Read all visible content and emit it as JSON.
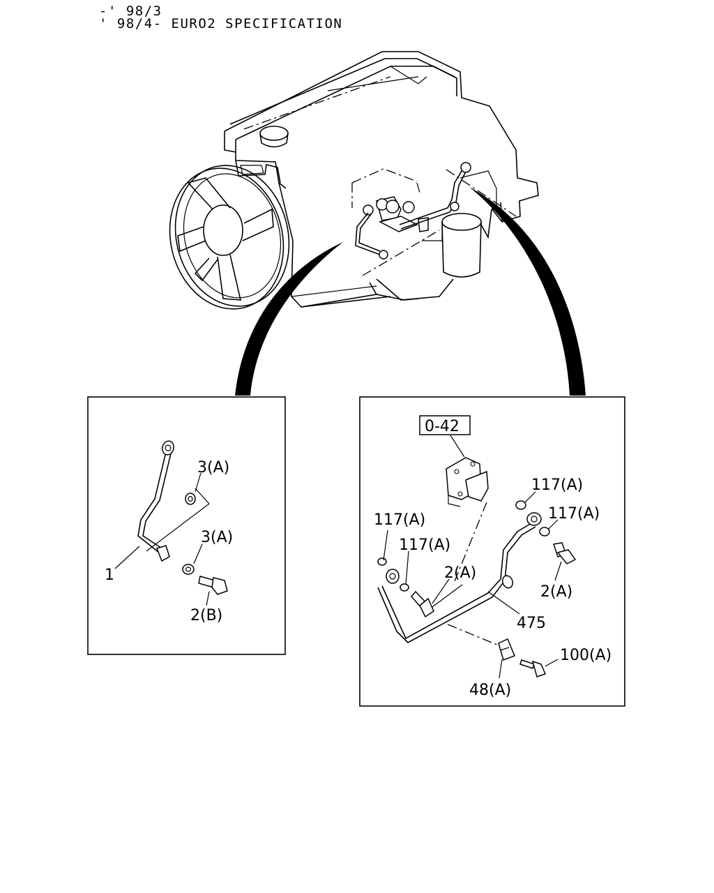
{
  "header": {
    "line1": "-' 98/3",
    "line2": "' 98/4- EURO2 SPECIFICATION"
  },
  "left_detail": {
    "callouts": {
      "pipe": "1",
      "washer_top": "3(A)",
      "washer_bottom": "3(A)",
      "bolt": "2(B)"
    }
  },
  "right_detail": {
    "reference_box": "0-42",
    "callouts": {
      "washer_top_right": "117(A)",
      "washer_right": "117(A)",
      "washer_left": "117(A)",
      "washer_mid": "117(A)",
      "bolt_center": "2(A)",
      "bolt_right": "2(A)",
      "pipe": "475",
      "bolt_bottom": "100(A)",
      "clip": "48(A)"
    }
  }
}
